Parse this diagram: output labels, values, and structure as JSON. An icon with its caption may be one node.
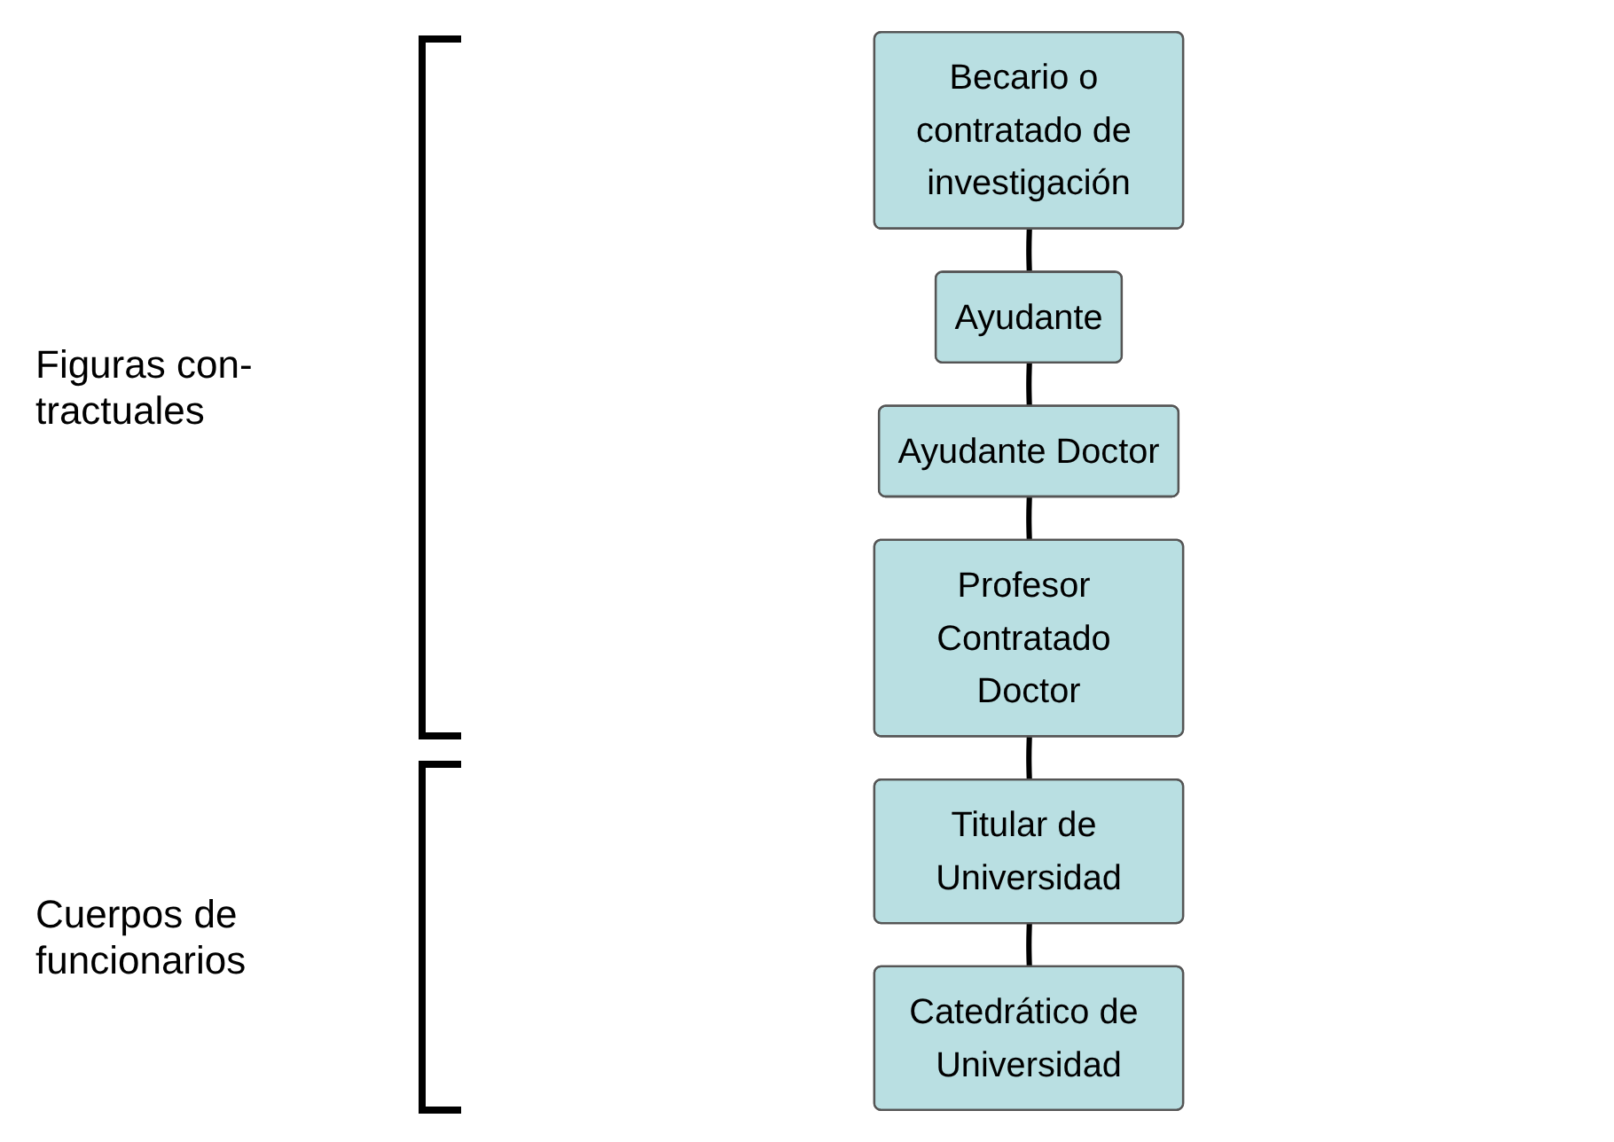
{
  "diagram": {
    "nodes": [
      {
        "text": [
          "Becario o contratado de investigación"
        ]
      },
      {
        "text": [
          "Ayudante"
        ]
      },
      {
        "text": [
          "Ayudante Doctor"
        ]
      },
      {
        "text": [
          "Profesor Contratado Doctor"
        ]
      },
      {
        "text": [
          "Titular de Universidad"
        ]
      },
      {
        "text": [
          "Catedrático de Universidad"
        ]
      }
    ],
    "edges": [
      {
        "from": 0,
        "to": 1,
        "arrow": "none"
      },
      {
        "from": 1,
        "to": 2,
        "arrow": "none"
      },
      {
        "from": 2,
        "to": 3,
        "arrow": "none"
      },
      {
        "from": 3,
        "to": 4,
        "arrow": "none"
      },
      {
        "from": 4,
        "to": 5,
        "arrow": "none"
      }
    ],
    "labels": [
      "Figuras con- tractuales",
      "Cuerpos de funcionarios"
    ]
  }
}
